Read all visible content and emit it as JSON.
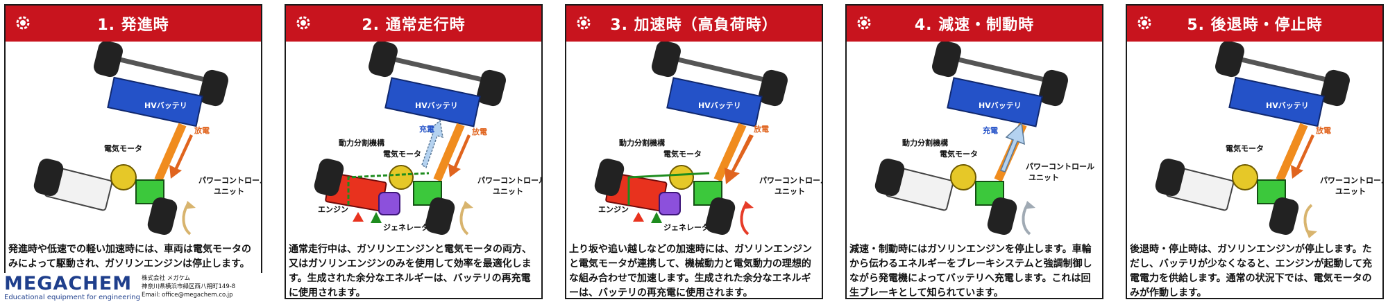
{
  "panels": [
    {
      "title": "1. 発進時",
      "caption": "発進時や低速での軽い加速時には、車両は電気モータのみによって駆動され、ガソリンエンジンは停止します。",
      "labels": {
        "battery": "HVバッテリ",
        "discharge": "放電",
        "motor": "電気モータ",
        "pcu1": "パワーコントロール",
        "pcu2": "ユニット"
      }
    },
    {
      "title": "2. 通常走行時",
      "caption": "通常走行中は、ガソリンエンジンと電気モータの両方、又はガソリンエンジンのみを使用して効率を最適化します。生成された余分なエネルギーは、バッテリの再充電に使用されます。",
      "labels": {
        "battery": "HVバッテリ",
        "charge": "充電",
        "discharge": "放電",
        "psd": "動力分割機構",
        "motor": "電気モータ",
        "pcu1": "パワーコントロール",
        "pcu2": "ユニット",
        "engine": "エンジン",
        "generator": "ジェネレータ"
      }
    },
    {
      "title": "3. 加速時（高負荷時）",
      "caption": "上り坂や追い越しなどの加速時には、ガソリンエンジンと電気モータが連携して、機械動力と電気動力の理想的な組み合わせで加速します。生成された余分なエネルギーは、バッテリの再充電に使用されます。",
      "labels": {
        "battery": "HVバッテリ",
        "discharge": "放電",
        "psd": "動力分割機構",
        "motor": "電気モータ",
        "pcu1": "パワーコントロール",
        "pcu2": "ユニット",
        "engine": "エンジン",
        "generator": "ジェネレータ"
      }
    },
    {
      "title": "4. 減速・制動時",
      "caption": "減速・制動時にはガソリンエンジンを停止します。車輪から伝わるエネルギーをブレーキシステムと強調制御しながら発電機によってバッテリへ充電します。これは回生ブレーキとして知られています。",
      "labels": {
        "battery": "HVバッテリ",
        "charge": "充電",
        "psd": "動力分割機構",
        "motor": "電気モータ",
        "pcu1": "パワーコントロール",
        "pcu2": "ユニット"
      }
    },
    {
      "title": "5. 後退時・停止時",
      "caption": "後退時・停止時は、ガソリンエンジンが停止します。ただし、バッテリが少なくなると、エンジンが起動して充電電力を供給します。通常の状況下では、電気モータのみが作動します。",
      "labels": {
        "battery": "HVバッテリ",
        "discharge": "放電",
        "motor": "電気モータ",
        "pcu1": "パワーコントロール",
        "pcu2": "ユニット"
      }
    }
  ],
  "logo": {
    "name": "MEGACHEM",
    "tagline": "Educational equipment for engineering",
    "company": "株式会社 メガケム",
    "address": "神奈川県横浜市緑区西八朔町149-8",
    "email": "Email: office@megachem.co.jp"
  },
  "colors": {
    "header": "#c8141e",
    "battery": "#2452c8",
    "engine": "#e8321e",
    "generator": "#8c50dc",
    "pcu": "#3cc83c",
    "motor": "#e6c828",
    "discharge": "#f08c1e",
    "charge": "#b4d2f0"
  }
}
